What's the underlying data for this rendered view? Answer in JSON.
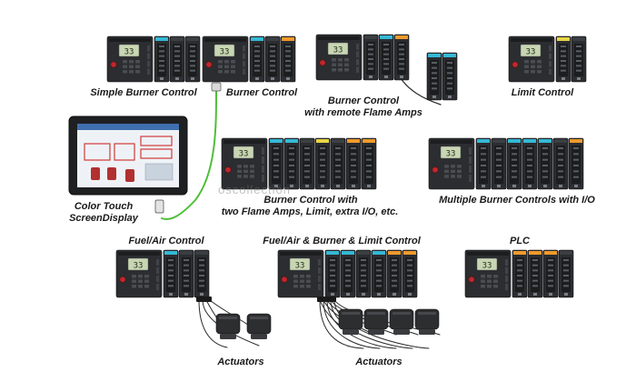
{
  "captions": {
    "simple_burner": "Simple Burner Control",
    "burner": "Burner Control",
    "remote_amps_line1": "Burner Control",
    "remote_amps_line2": "with remote Flame Amps",
    "limit": "Limit Control",
    "touch_line1": "Color Touch",
    "touch_line2": "ScreenDisplay",
    "two_amps_line1": "Burner Control with",
    "two_amps_line2": "two Flame Amps, Limit, extra I/O, etc.",
    "multiple": "Multiple Burner Controls with I/O",
    "fuel_air": "Fuel/Air Control",
    "fuel_air_burner_limit": "Fuel/Air & Burner & Limit Control",
    "plc": "PLC",
    "actuators_left": "Actuators",
    "actuators_right": "Actuators"
  },
  "display_value": "33",
  "watermark": "oscollection",
  "colors": {
    "module_body": "#2b2d30",
    "module_dark": "#1c1d1f",
    "lcd": "#c9d6b4",
    "cyan_tab": "#35b8d6",
    "orange_tab": "#f09a2c",
    "yellow_tab": "#e7d545",
    "green_cable": "#4fbf3a",
    "red_led": "#c0282d"
  },
  "icons": [
    "controller-module",
    "io-module",
    "touch-screen",
    "actuator",
    "connector-plug"
  ]
}
